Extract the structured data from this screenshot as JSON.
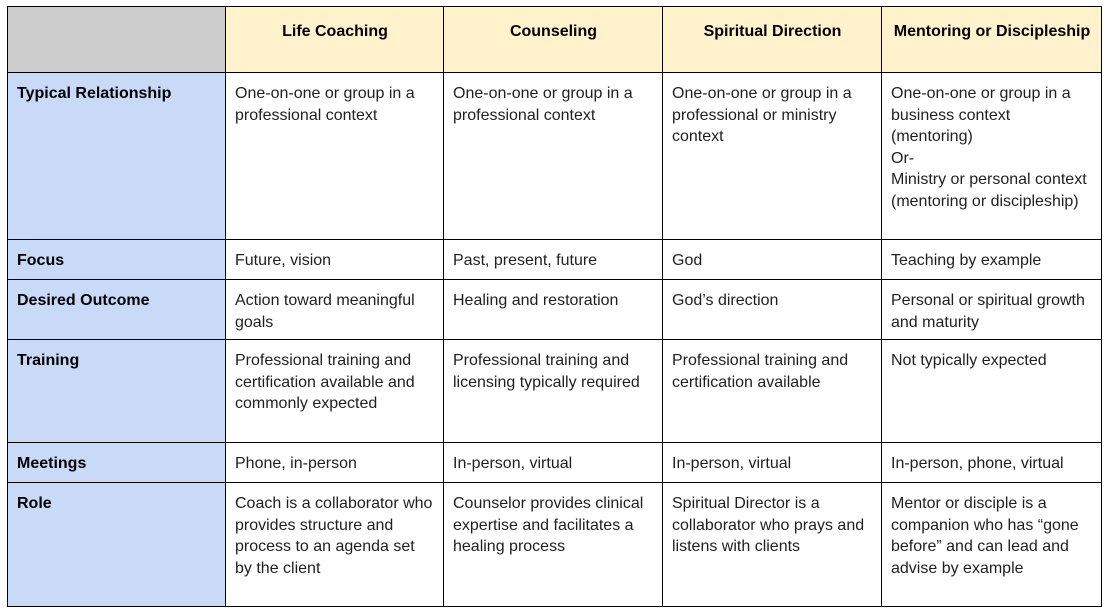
{
  "columns": [
    "",
    "Life Coaching",
    "Counseling",
    "Spiritual Direction",
    "Mentoring or Discipleship"
  ],
  "rows": [
    {
      "label": "Typical Relationship",
      "cells": [
        "One-on-one or group in a professional context",
        "One-on-one or group in a professional context",
        "One-on-one or group in a professional or ministry context",
        "One-on-one or group in a business context (mentoring)\nOr-\nMinistry or personal context (mentoring or discipleship)"
      ]
    },
    {
      "label": "Focus",
      "cells": [
        "Future, vision",
        "Past, present, future",
        "God",
        "Teaching by example"
      ]
    },
    {
      "label": "Desired Outcome",
      "cells": [
        "Action toward meaningful goals",
        "Healing and restoration",
        "God’s direction",
        "Personal or spiritual growth and maturity"
      ]
    },
    {
      "label": "Training",
      "cells": [
        "Professional training and certification available and commonly expected",
        "Professional training and licensing typically required",
        "Professional training and certification available",
        "Not typically expected"
      ]
    },
    {
      "label": "Meetings",
      "cells": [
        "Phone, in-person",
        "In-person, virtual",
        "In-person, virtual",
        "In-person, phone, virtual"
      ]
    },
    {
      "label": "Role",
      "cells": [
        "Coach is a collaborator who provides structure and process to an agenda set by the client",
        "Counselor provides clinical expertise and facilitates a healing process",
        "Spiritual Director is a collaborator who prays and listens with clients",
        "Mentor or disciple is a companion who has “gone before” and can lead and advise by example"
      ]
    }
  ],
  "colors": {
    "header_bg": "#fff2cc",
    "corner_bg": "#cccccc",
    "row_header_bg": "#c9daf8",
    "border": "#000000"
  }
}
